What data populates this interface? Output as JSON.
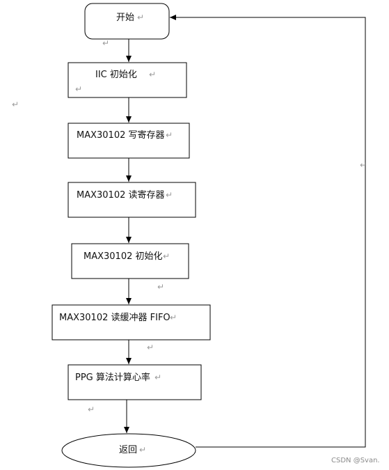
{
  "diagram": {
    "nodes": [
      {
        "id": "start",
        "label": "开始"
      },
      {
        "id": "iic_init",
        "label": "IIC 初始化"
      },
      {
        "id": "write_reg",
        "label": "MAX30102 写寄存器"
      },
      {
        "id": "read_reg",
        "label": "MAX30102 读寄存器"
      },
      {
        "id": "max_init",
        "label": "MAX30102 初始化"
      },
      {
        "id": "read_fifo",
        "label": "MAX30102 读缓冲器 FIFO"
      },
      {
        "id": "ppg",
        "label": "PPG 算法计算心率"
      },
      {
        "id": "return",
        "label": "返回"
      }
    ],
    "edges": [
      {
        "from": "start",
        "to": "iic_init"
      },
      {
        "from": "iic_init",
        "to": "write_reg"
      },
      {
        "from": "write_reg",
        "to": "read_reg"
      },
      {
        "from": "read_reg",
        "to": "max_init"
      },
      {
        "from": "max_init",
        "to": "read_fifo"
      },
      {
        "from": "read_fifo",
        "to": "ppg"
      },
      {
        "from": "ppg",
        "to": "return"
      },
      {
        "from": "return",
        "to": "start"
      }
    ],
    "paragraph_mark": "↵"
  },
  "watermark": "CSDN @Svan."
}
